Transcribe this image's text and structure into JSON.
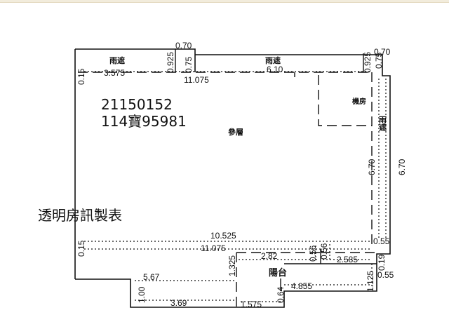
{
  "case_no": "21150152",
  "ref_no": "114寶95981",
  "caption": "透明房訊製表",
  "rooms": {
    "main": "參層",
    "balcony": "陽台",
    "machine": "機房",
    "rain_top_left": "雨遮",
    "rain_top_right": "雨遮",
    "rain_right": "雨遮"
  },
  "dims": {
    "d_070_top": "0.70",
    "d_070_tr": "0.70",
    "d_0925_l": "0.925",
    "d_075_l": "0.75",
    "d_0925_r": "0.925",
    "d_075_r": "0.75",
    "d_3575": "3.575",
    "d_610": "6.10",
    "d_11075_top": "11.075",
    "d_015_top": "0.15",
    "d_670_in": "6.70",
    "d_670_out": "6.70",
    "d_10525": "10.525",
    "d_11075_bot": "11.075",
    "d_015_bot": "0.15",
    "d_282": "2.82",
    "d_056_a": "0.56",
    "d_056_b": "0.56",
    "d_055_a": "0.55",
    "d_055_b": "0.55",
    "d_2585": "2.585",
    "d_019": "0.19",
    "d_1325": "1.325",
    "d_567": "5.67",
    "d_4855": "4.855",
    "d_1125": "1.125",
    "d_100": "1.00",
    "d_369": "3.69",
    "d_1575": "1.575",
    "d_064": "0.64"
  }
}
